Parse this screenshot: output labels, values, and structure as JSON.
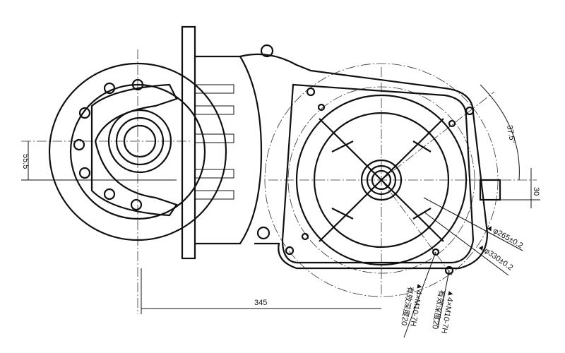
{
  "drawing": {
    "dimensions": {
      "center_distance": "345",
      "offset_left": "55.5",
      "shaft_width": "30",
      "angle": "37.5°",
      "bolt_circle_inner": "▲φ265±0.2",
      "bolt_circle_outer": "▲φ330±0.2",
      "thread_spec_a": "▲4×M10-7H",
      "thread_depth_a": "有效深度20",
      "thread_spec_b": "▲4×M10-7H",
      "thread_depth_b": "有效深度20"
    }
  }
}
